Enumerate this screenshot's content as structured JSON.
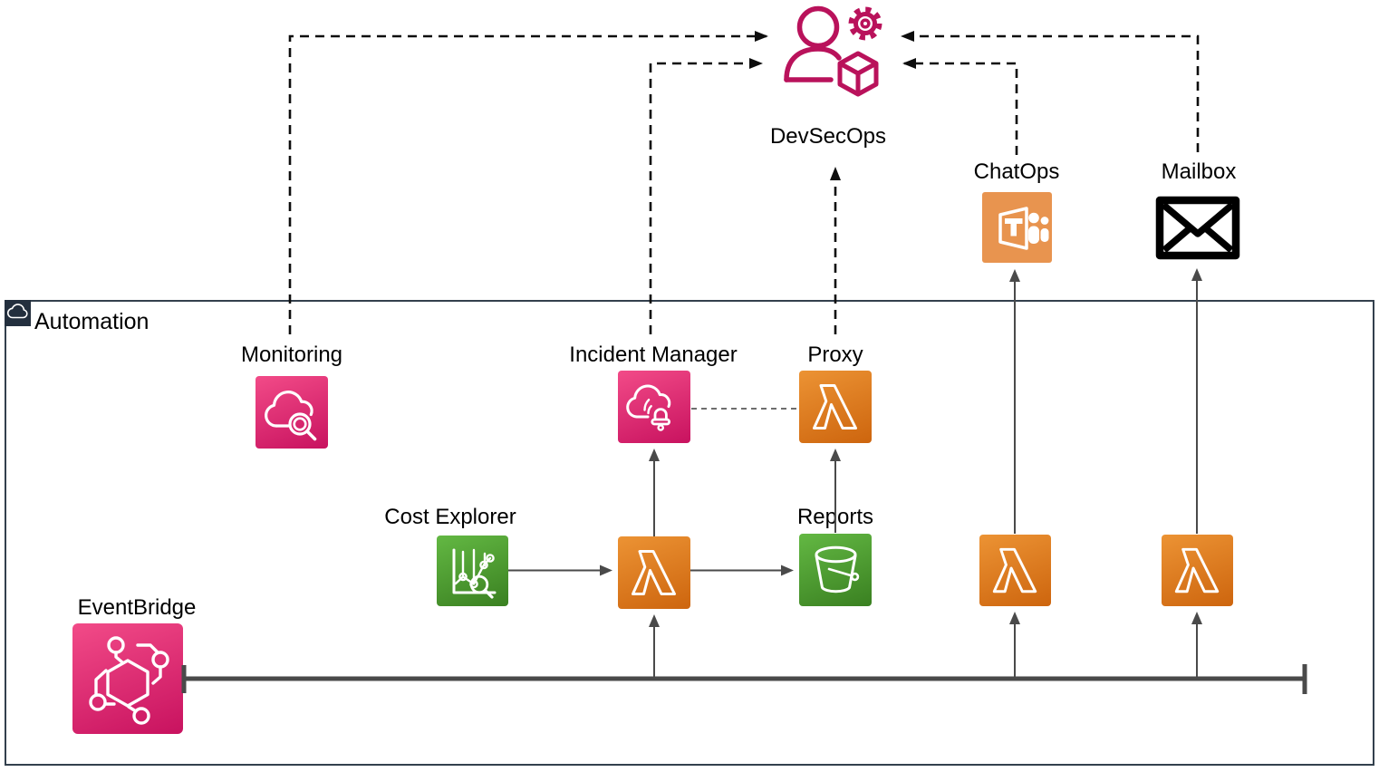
{
  "container": {
    "label": "Automation",
    "badge_icon": "cloud-icon"
  },
  "nodes": {
    "devsecops": {
      "label": "DevSecOps",
      "icon": "person-gear-cube-icon"
    },
    "chatops": {
      "label": "ChatOps",
      "icon": "microsoft-teams-icon"
    },
    "mailbox": {
      "label": "Mailbox",
      "icon": "envelope-icon"
    },
    "monitoring": {
      "label": "Monitoring",
      "icon": "cloud-magnifier-icon"
    },
    "incident_manager": {
      "label": "Incident Manager",
      "icon": "cloud-bell-icon"
    },
    "proxy": {
      "label": "Proxy",
      "icon": "lambda-icon"
    },
    "cost_explorer": {
      "label": "Cost Explorer",
      "icon": "chart-magnifier-icon"
    },
    "reports": {
      "label": "Reports",
      "icon": "s3-bucket-icon"
    },
    "eventbridge": {
      "label": "EventBridge",
      "icon": "hexagon-network-icon"
    },
    "lambda_center": {
      "label": "",
      "icon": "lambda-icon"
    },
    "lambda_chatops": {
      "label": "",
      "icon": "lambda-icon"
    },
    "lambda_mailbox": {
      "label": "",
      "icon": "lambda-icon"
    }
  },
  "edges": [
    {
      "from": "Monitoring",
      "to": "DevSecOps",
      "style": "dashed-arrow"
    },
    {
      "from": "Incident Manager",
      "to": "DevSecOps",
      "style": "dashed-arrow"
    },
    {
      "from": "Proxy",
      "to": "DevSecOps",
      "style": "dashed-arrow"
    },
    {
      "from": "ChatOps",
      "to": "DevSecOps",
      "style": "dashed-arrow"
    },
    {
      "from": "Mailbox",
      "to": "DevSecOps",
      "style": "dashed-arrow"
    },
    {
      "from": "Incident Manager",
      "to": "Proxy",
      "style": "dashed-line"
    },
    {
      "from": "Cost Explorer",
      "to": "Lambda (center)",
      "style": "solid-arrow"
    },
    {
      "from": "Lambda (center)",
      "to": "Incident Manager",
      "style": "solid-arrow"
    },
    {
      "from": "Lambda (center)",
      "to": "Reports",
      "style": "solid-arrow"
    },
    {
      "from": "Reports",
      "to": "Proxy",
      "style": "solid-arrow"
    },
    {
      "from": "EventBridge",
      "to": "Lambda (center)",
      "style": "bus-branch-arrow"
    },
    {
      "from": "EventBridge",
      "to": "Lambda (ChatOps)",
      "style": "bus-branch-arrow"
    },
    {
      "from": "EventBridge",
      "to": "Lambda (Mailbox)",
      "style": "bus-branch-arrow"
    },
    {
      "from": "Lambda (ChatOps)",
      "to": "ChatOps",
      "style": "solid-arrow"
    },
    {
      "from": "Lambda (Mailbox)",
      "to": "Mailbox",
      "style": "solid-arrow"
    }
  ],
  "colors": {
    "pink_gradient_top": "#f24b88",
    "pink_gradient_bottom": "#c8125f",
    "orange_gradient_top": "#ec9334",
    "orange_gradient_bottom": "#cd650e",
    "green_gradient_top": "#63b843",
    "green_gradient_bottom": "#3a8021",
    "teams_orange": "#e8944f",
    "devsecops_crimson": "#b9125b",
    "solid_line_gray": "#4a4a4a",
    "dashed_line_black": "#0d0d0d",
    "container_border": "#33404d",
    "badge_background": "#232f3e"
  }
}
